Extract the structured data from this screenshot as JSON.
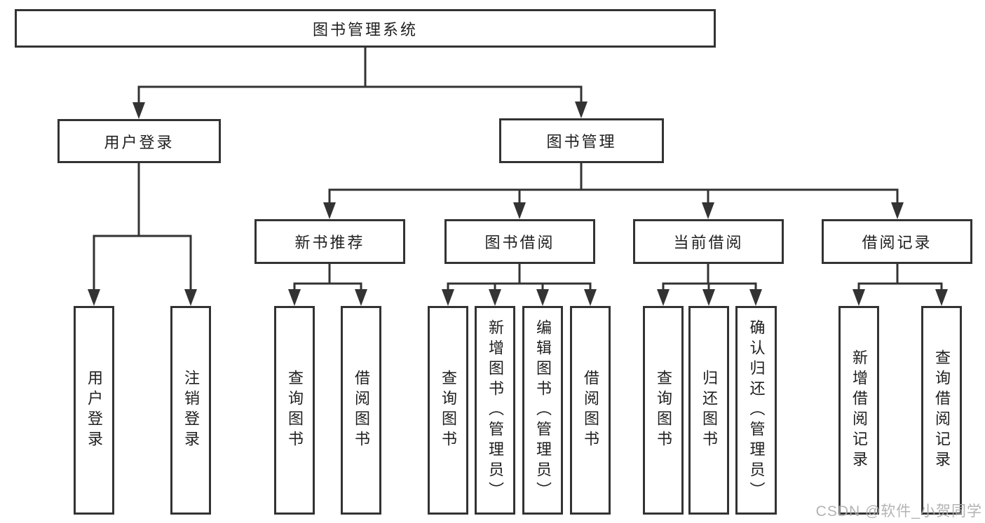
{
  "title": "图书管理系统",
  "level2": {
    "user_login": "用户登录",
    "book_management": "图书管理"
  },
  "level3": {
    "new_book_recommend": "新书推荐",
    "book_borrow": "图书借阅",
    "current_borrow": "当前借阅",
    "borrow_records": "借阅记录"
  },
  "leaves": {
    "user_login": [
      "用户登录",
      "注销登录"
    ],
    "new_book_recommend": [
      "查询图书",
      "借阅图书"
    ],
    "book_borrow": [
      "查询图书",
      "新增图书（管理员）",
      "编辑图书（管理员）",
      "借阅图书"
    ],
    "current_borrow": [
      "查询图书",
      "归还图书",
      "确认归还（管理员）"
    ],
    "borrow_records": [
      "新增借阅记录",
      "查询借阅记录"
    ]
  },
  "watermark": "CSDN @软件_小贺同学",
  "colors": {
    "line": "#333333",
    "text": "#1f1f1f",
    "watermark": "#ababab",
    "background": "#ffffff"
  }
}
